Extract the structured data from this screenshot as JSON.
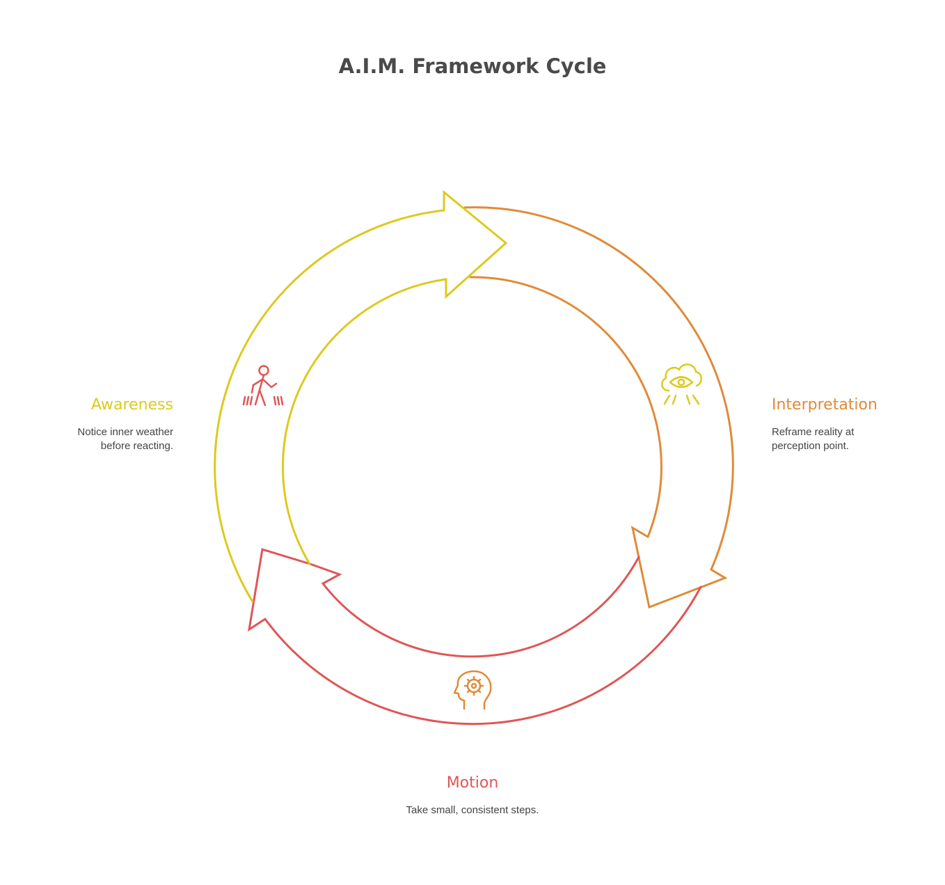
{
  "title": "A.I.M. Framework Cycle",
  "colors": {
    "awareness": "#DDC91F",
    "interpretation": "#E08A38",
    "motion": "#E05555",
    "title": "#4A4A4A",
    "text": "#444444"
  },
  "stages": [
    {
      "key": "awareness",
      "label": "Awareness",
      "description": "Notice inner weather before reacting.",
      "icon": "walking-person-icon"
    },
    {
      "key": "interpretation",
      "label": "Interpretation",
      "description": "Reframe reality at perception point.",
      "icon": "eye-cloud-icon"
    },
    {
      "key": "motion",
      "label": "Motion",
      "description": "Take small, consistent steps.",
      "icon": "head-gear-icon"
    }
  ]
}
